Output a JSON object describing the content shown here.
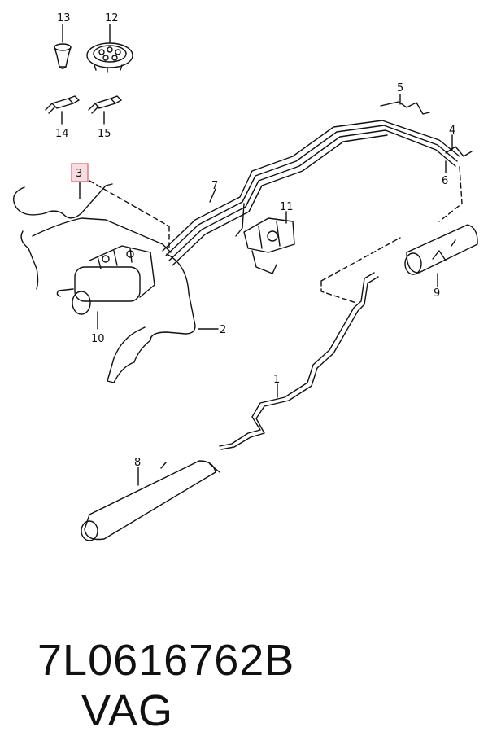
{
  "diagram": {
    "callouts": {
      "c1": "1",
      "c2": "2",
      "c3": "3",
      "c4": "4",
      "c5": "5",
      "c6": "6",
      "c7": "7",
      "c8": "8",
      "c9": "9",
      "c10": "10",
      "c11": "11",
      "c12": "12",
      "c13": "13",
      "c14": "14",
      "c15": "15"
    },
    "highlighted_callout": "3",
    "highlight_color": "#e07080",
    "line_color": "#111111"
  },
  "footer": {
    "part_number": "7L0616762B",
    "brand": "VAG"
  }
}
